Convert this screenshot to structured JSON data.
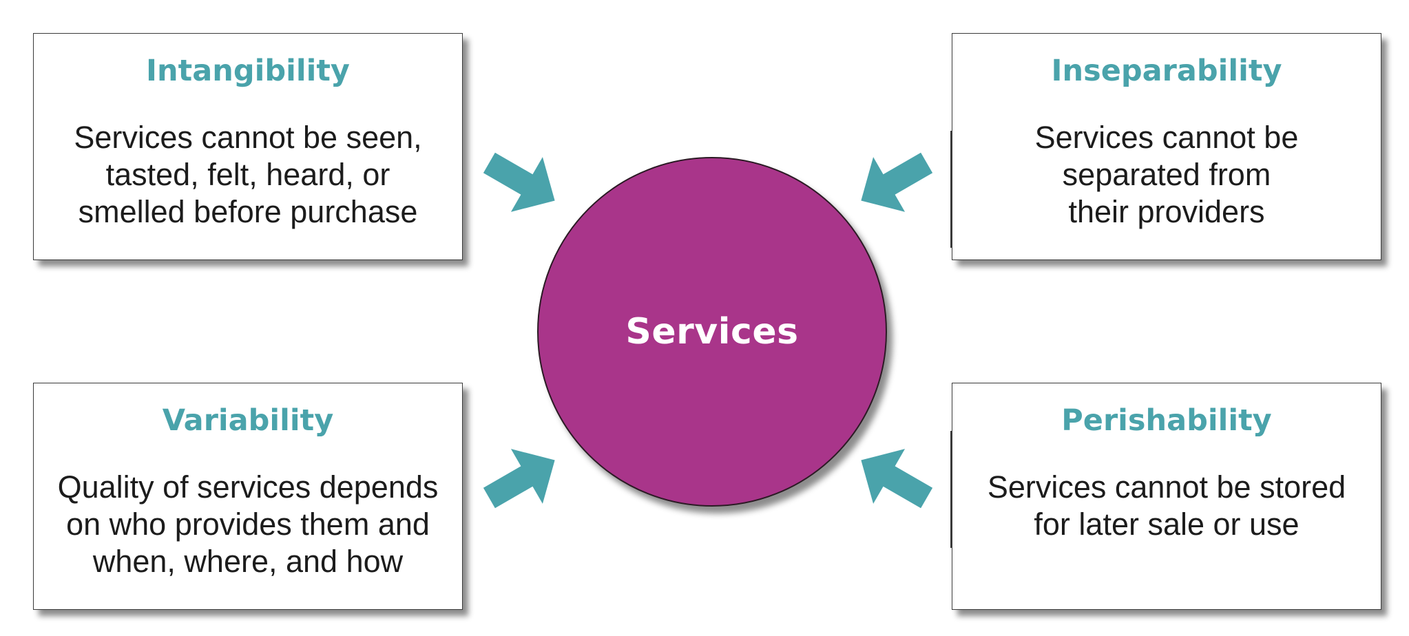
{
  "center": {
    "label": "Services"
  },
  "characteristics": [
    {
      "title": "Intangibility",
      "description": "Services cannot be seen, tasted, felt, heard, or smelled before purchase"
    },
    {
      "title": "Inseparability",
      "description": "Services cannot be separated from their providers"
    },
    {
      "title": "Variability",
      "description": "Quality of services depends on who provides them and when, where, and how"
    },
    {
      "title": "Perishability",
      "description": "Services cannot be stored for later sale or use"
    }
  ],
  "colors": {
    "accent": "#4aa3ab",
    "center_fill": "#a9358a",
    "center_text": "#ffffff",
    "border": "#3a3a3a"
  },
  "icons": {
    "connector": "arrow-icon"
  }
}
